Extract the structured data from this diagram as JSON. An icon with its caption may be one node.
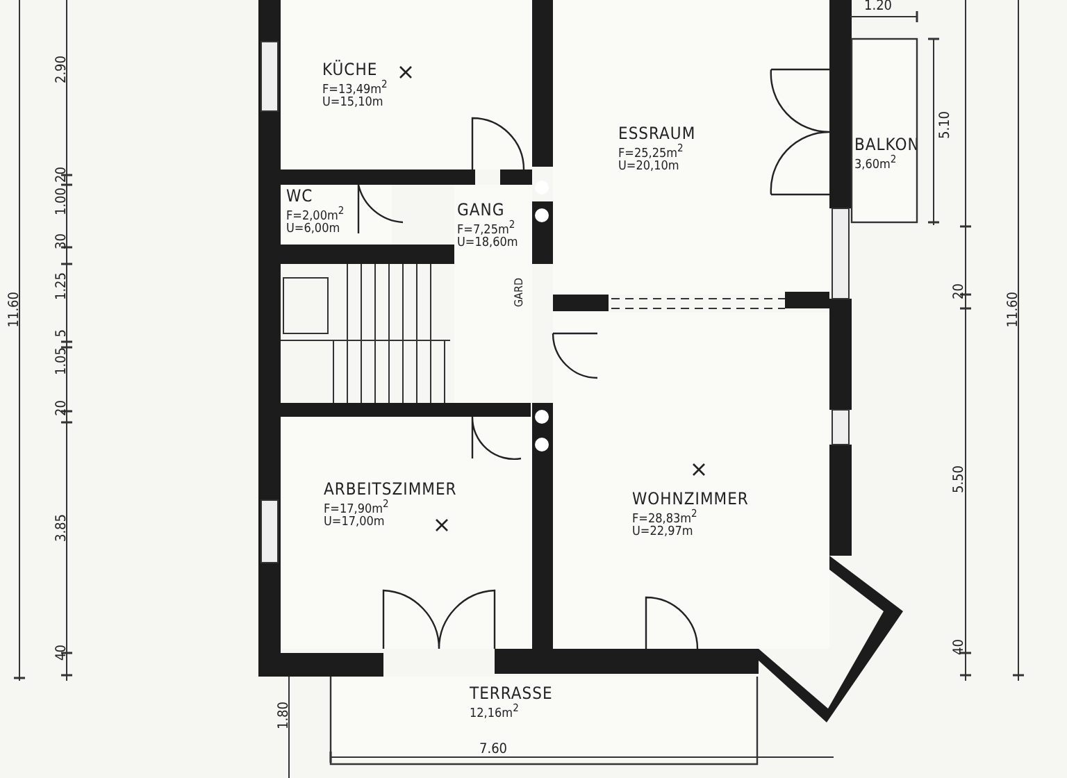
{
  "diagram": {
    "nodes": [
      {
        "text": [
          "KÜCHE",
          "F=13,49m$^{2}$",
          "U=15,10m"
        ]
      },
      {
        "text": [
          "WC",
          "F=2,00m$^{2}$",
          "U=6,00m"
        ]
      },
      {
        "text": [
          "GANG",
          "F=7,25m$^{2}$",
          "U=18,60m"
        ]
      },
      {
        "text": [
          "ESSRAUM",
          "F=25,25m$^{2}$",
          "U=20,10m"
        ]
      },
      {
        "text": [
          "BALKON",
          "3,60m$^{2}$"
        ]
      },
      {
        "text": [
          "ARBEITSZIMMER",
          "F=17,90m$^{2}$",
          "U=17,00m"
        ]
      },
      {
        "text": [
          "WOHNZIMMER",
          "F=28,83m$^{2}$",
          "U=22,97m"
        ]
      },
      {
        "text": [
          "TERRASSE",
          "12,16m$^{2}$"
        ]
      }
    ],
    "edges": [],
    "labels": [
      "2.90",
      "20",
      "1.00",
      "30",
      "1.25",
      "5",
      "1.05",
      "20",
      "11.60",
      "3.85",
      "40",
      "1.20",
      "GARD",
      "5.10",
      "20",
      "11.60",
      "5.50",
      "40",
      "1.80",
      "7.60"
    ]
  }
}
